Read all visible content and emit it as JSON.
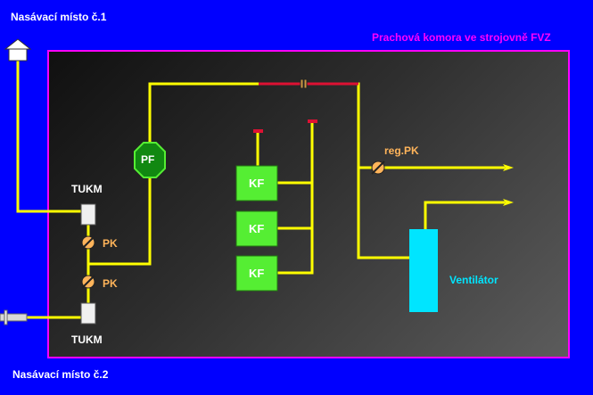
{
  "labels": {
    "intake1": "Nasávací místo č.1",
    "intake2": "Nasávací místo č.2",
    "chamber_title": "Prachová komora ve strojovně FVZ",
    "tukm_top": "TUKM",
    "tukm_bottom": "TUKM",
    "pk_top": "PK",
    "pk_bottom": "PK",
    "pf": "PF",
    "kf1": "KF",
    "kf2": "KF",
    "kf3": "KF",
    "reg_pk": "reg.PK",
    "fan": "Ventilátor"
  },
  "colors": {
    "background": "#0000ff",
    "chamber_border": "#ff00ff",
    "pipe": "#ffff00",
    "pipe_red": "#dd1133",
    "filter_green": "#55ee33",
    "pf_green": "#118811",
    "fan_cyan": "#00e5ff",
    "valve_orange": "#ffb45a"
  },
  "icons": [
    "house-icon",
    "plug-icon",
    "valve-icon",
    "arrow-icon"
  ]
}
